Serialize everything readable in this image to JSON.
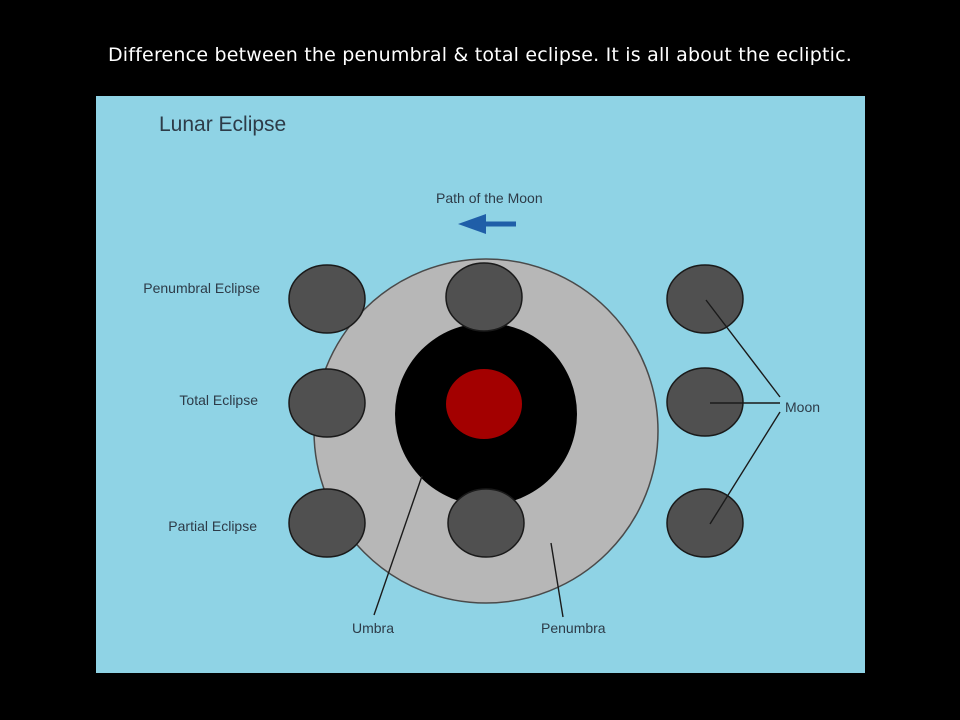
{
  "slide": {
    "title": "Difference between the penumbral & total eclipse. It is all about the ecliptic."
  },
  "diagram": {
    "heading": "Lunar Eclipse",
    "path_label": "Path of the Moon",
    "row_labels": {
      "penumbral": "Penumbral Eclipse",
      "total": "Total Eclipse",
      "partial": "Partial Eclipse"
    },
    "moon_label": "Moon",
    "umbra_label": "Umbra",
    "penumbra_label": "Penumbra",
    "colors": {
      "background": "#8fd3e5",
      "penumbra": "#b7b7b7",
      "umbra": "#000000",
      "earth": "#a30000",
      "moon": "#505050",
      "arrow": "#1f5ea8"
    }
  }
}
